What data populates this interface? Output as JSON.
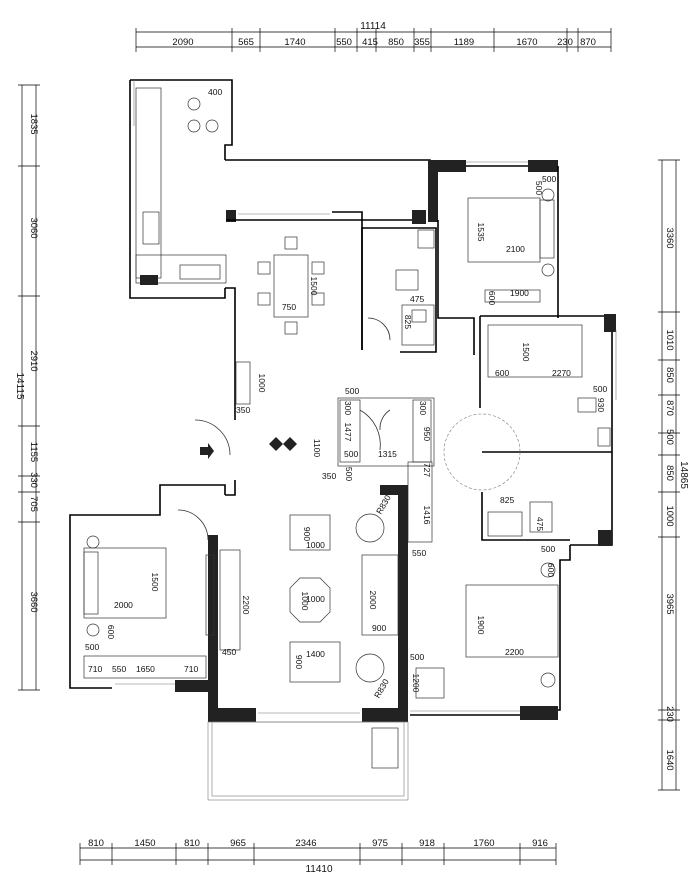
{
  "dimensions": {
    "top_total": "11114",
    "top": [
      "2090",
      "565",
      "1740",
      "550",
      "415",
      "850",
      "355",
      "1189",
      "1670",
      "230",
      "870"
    ],
    "bottom_total": "11410",
    "bottom": [
      "810",
      "1450",
      "810",
      "965",
      "2346",
      "975",
      "918",
      "1760",
      "916"
    ],
    "left_total": "14115",
    "left": [
      "1835",
      "3060",
      "2910",
      "1155",
      "330",
      "705",
      "3660"
    ],
    "right_total": "14865",
    "right": [
      "3360",
      "1010",
      "850",
      "870",
      "500",
      "850",
      "1000",
      "3965",
      "230",
      "1640"
    ]
  },
  "labels": {
    "kitchen_400": "400",
    "bed_ne_500a": "500",
    "bed_ne_500b": "500",
    "bed_ne_1535": "1535",
    "bed_ne_2100": "2100",
    "bath_n_475": "475",
    "bath_n_825": "825",
    "dining_1500": "1500",
    "dining_750": "750",
    "study_600": "600",
    "study_1900": "1900",
    "study_1500": "1500",
    "study_600b": "600",
    "study_2270": "2270",
    "study_500": "500",
    "study_930": "930",
    "hall_1000": "1000",
    "hall_350": "350",
    "mid_500": "500",
    "mid_300a": "300",
    "mid_1477": "1477",
    "mid_300b": "300",
    "mid_950": "950",
    "mid_1100": "1100",
    "mid_500b": "500",
    "mid_1315": "1315",
    "mid_727": "727",
    "mid_500c": "500",
    "mid_350": "350",
    "r830a": "R830",
    "mid_1416": "1416",
    "mid_550": "550",
    "bath_s_825": "825",
    "bath_s_475": "475",
    "living_900a": "900",
    "living_1000a": "1000",
    "living_1000b": "1000",
    "living_1000c": "1000",
    "living_2000": "2000",
    "living_900b": "900",
    "living_900c": "900",
    "living_1400": "1400",
    "r830b": "R830",
    "tv_2200": "2200",
    "tv_450": "450",
    "bed_w_1500": "1500",
    "bed_w_2000": "2000",
    "bed_w_600": "600",
    "bed_w_500": "500",
    "bed_w_710a": "710",
    "bed_w_550": "550",
    "bed_w_1650": "1650",
    "bed_w_710b": "710",
    "bed_se_500": "500",
    "bed_se_600": "600",
    "bed_se_1900": "1900",
    "bed_se_2200": "2200",
    "bed_se_500b": "500",
    "bed_se_1200": "1200"
  }
}
